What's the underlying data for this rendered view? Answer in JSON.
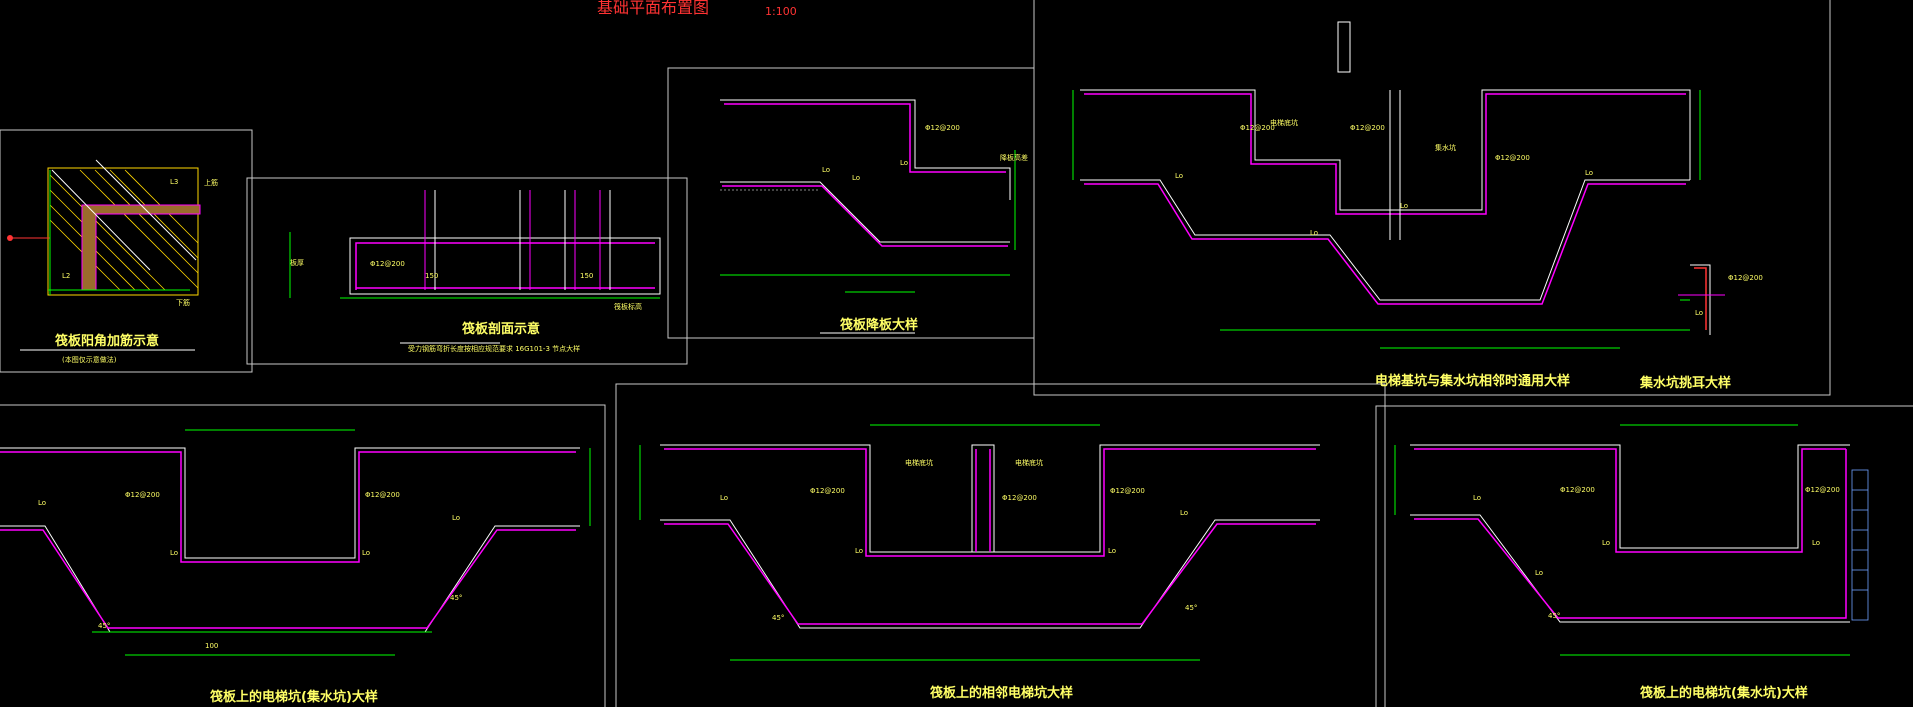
{
  "header": {
    "title": "基础平面布置图",
    "scale": "1:100"
  },
  "details": {
    "d1": {
      "title": "筏板阳角加筋示意",
      "subtitle": "(本图仅示意做法)",
      "labels": [
        "上筋",
        "下筋",
        "L2",
        "L3"
      ]
    },
    "d2": {
      "title": "筏板剖面示意",
      "note": "受力钢筋弯折长度按相应规范要求 16G101-3 节点大样",
      "labels": [
        "筏板标高",
        "板厚",
        "150",
        "150",
        "Φ12@200"
      ]
    },
    "d3": {
      "title": "筏板降板大样",
      "labels": [
        "Φ12@200",
        "Lo",
        "Lo",
        "Lo",
        "降板高差"
      ]
    },
    "d4": {
      "title": "电梯基坑与集水坑相邻时通用大样",
      "labels": [
        "Φ12@200",
        "Φ12@200",
        "Φ12@200",
        "Lo",
        "Lo",
        "Lo",
        "Lo",
        "电梯底坑",
        "集水坑"
      ]
    },
    "d5": {
      "title": "集水坑挑耳大样",
      "labels": [
        "Φ12@200",
        "Lo"
      ]
    },
    "d6": {
      "title": "筏板上的电梯坑(集水坑)大样",
      "labels": [
        "Φ12@200",
        "Φ12@200",
        "Lo",
        "Lo",
        "Lo",
        "Lo",
        "45°",
        "45°",
        "100"
      ]
    },
    "d7": {
      "title": "筏板上的相邻电梯坑大样",
      "labels": [
        "Φ12@200",
        "Φ12@200",
        "Φ12@200",
        "Lo",
        "Lo",
        "Lo",
        "Lo",
        "电梯底坑",
        "电梯底坑",
        "45°",
        "45°"
      ]
    },
    "d8": {
      "title": "筏板上的电梯坑(集水坑)大样",
      "labels": [
        "Φ12@200",
        "Φ12@200",
        "Lo",
        "Lo",
        "Lo",
        "Lo",
        "45°"
      ]
    }
  },
  "colors": {
    "rebar": "#ff00ff",
    "concrete": "#ffffff",
    "dimension": "#00ff00",
    "text": "#ffff66",
    "heading": "#ff3333",
    "frame": "#c8c8c8",
    "hatch": "#ffd700"
  }
}
